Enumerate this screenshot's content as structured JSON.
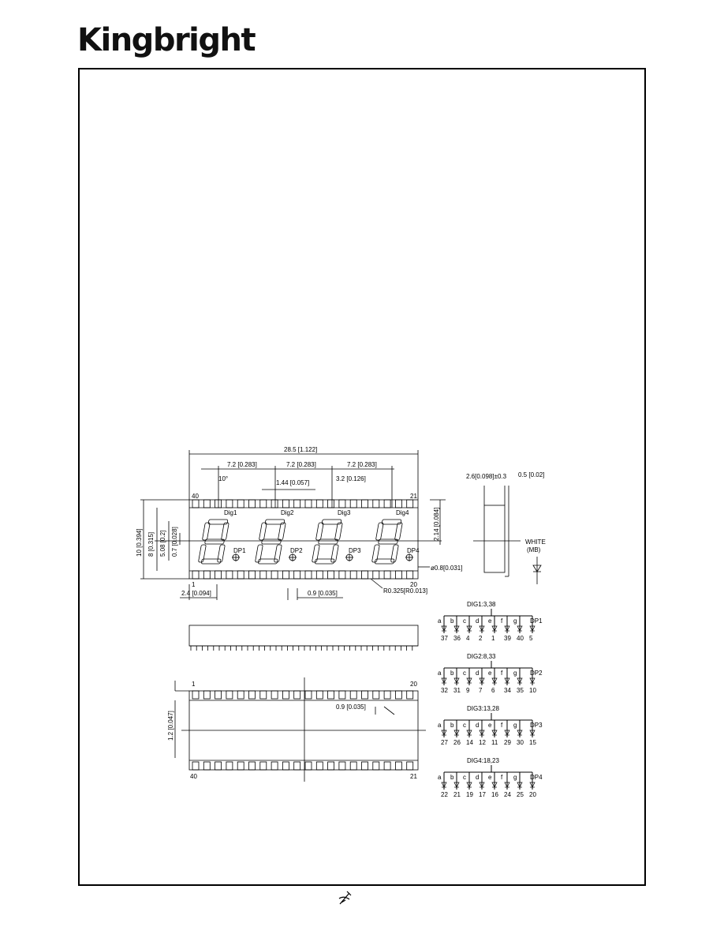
{
  "header": {
    "brand": "Kingbright"
  },
  "drawing": {
    "top_dims": {
      "overall": "28.5 [1.122]",
      "pitch1": "7.2 [0.283]",
      "pitch2": "7.2 [0.283]",
      "pitch3": "7.2 [0.283]",
      "angle": "10°",
      "seg_width": "1.44 [0.057]",
      "char_h": "3.2 [0.126]"
    },
    "left_dims": {
      "height": "10 [0.394]",
      "window": "8 [0.315]",
      "digit_h": "5.08 [0.2]",
      "dot_off": "0.7 [0.028]",
      "pin_off": "2.4 [0.094]",
      "pin_pitch": "0.9 [0.035]"
    },
    "right_dims": {
      "side_h": "2.14 [0.084]",
      "dp_dia": "ø0.8[0.031]",
      "radius": "R0.325[R0.013]"
    },
    "digit_labels": [
      "Dig1",
      "Dig2",
      "Dig3",
      "Dig4"
    ],
    "dp_labels": [
      "DP1",
      "DP2",
      "DP3",
      "DP4"
    ],
    "pin_numbers_top": {
      "left": "40",
      "right": "21"
    },
    "pin_numbers_bottom": {
      "left": "1",
      "right": "20"
    },
    "side_view": {
      "thickness": "2.6[0.098]±0.3",
      "lead": "0.5 [0.02]",
      "color_label": "WHITE",
      "color_sub": "(MB)"
    },
    "bottom_view": {
      "top_left": "1",
      "top_right": "20",
      "bot_left": "40",
      "bot_right": "21",
      "height": "1.2 [0.047]",
      "pitch": "0.9 [0.035]"
    },
    "circuits": [
      {
        "title": "DIG1:3,38",
        "segments": [
          "a",
          "b",
          "c",
          "d",
          "e",
          "f",
          "g",
          "DP1"
        ],
        "pins": [
          "37",
          "36",
          "4",
          "2",
          "1",
          "39",
          "40",
          "5"
        ]
      },
      {
        "title": "DIG2:8,33",
        "segments": [
          "a",
          "b",
          "c",
          "d",
          "e",
          "f",
          "g",
          "DP2"
        ],
        "pins": [
          "32",
          "31",
          "9",
          "7",
          "6",
          "34",
          "35",
          "10"
        ]
      },
      {
        "title": "DIG3:13,28",
        "segments": [
          "a",
          "b",
          "c",
          "d",
          "e",
          "f",
          "g",
          "DP3"
        ],
        "pins": [
          "27",
          "26",
          "14",
          "12",
          "11",
          "29",
          "30",
          "15"
        ]
      },
      {
        "title": "DIG4:18,23",
        "segments": [
          "a",
          "b",
          "c",
          "d",
          "e",
          "f",
          "g",
          "DP4"
        ],
        "pins": [
          "22",
          "21",
          "19",
          "17",
          "16",
          "24",
          "25",
          "20"
        ]
      }
    ]
  }
}
